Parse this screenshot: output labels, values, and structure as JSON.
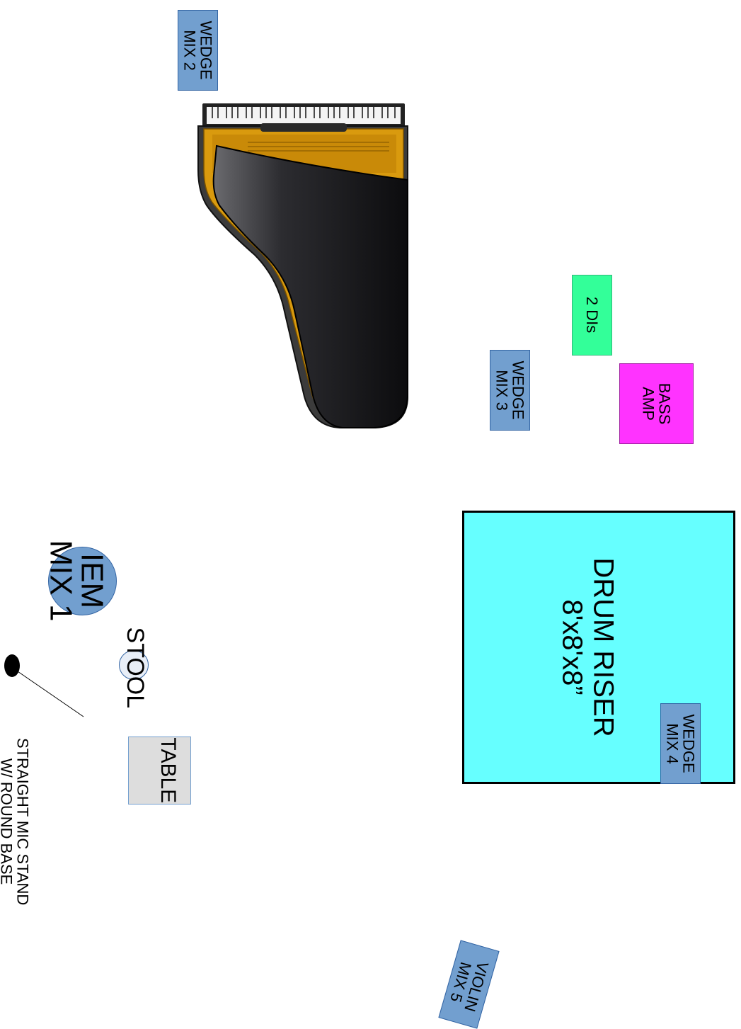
{
  "labels": {
    "wedge_mix_2": "WEDGE\nMIX 2",
    "wedge_mix_3": "WEDGE\nMIX 3",
    "wedge_mix_4": "WEDGE\nMIX 4",
    "violin_mix_5": "VIOLIN\nMIX 5",
    "two_dis": "2 DIs",
    "bass_amp": "BASS\nAMP",
    "drum_riser": "DRUM RISER\n8'x8'x8”",
    "iem_mix_1": "IEM\nMIX 1",
    "stool": "STOOL",
    "table": "TABLE",
    "mic_stand": "STRAIGHT MIC STAND\nW/ ROUND BASE"
  },
  "colors": {
    "wedge": "#729fcf",
    "two_dis": "#33ff99",
    "bass_amp": "#ff33ff",
    "drum_riser": "#66ffff",
    "table": "#dddddd",
    "piano_body": "#1a1a1a",
    "piano_rim": "#d99a0e"
  },
  "icons": {
    "piano": "grand-piano-icon",
    "mic_stand": "mic-stand-icon"
  }
}
